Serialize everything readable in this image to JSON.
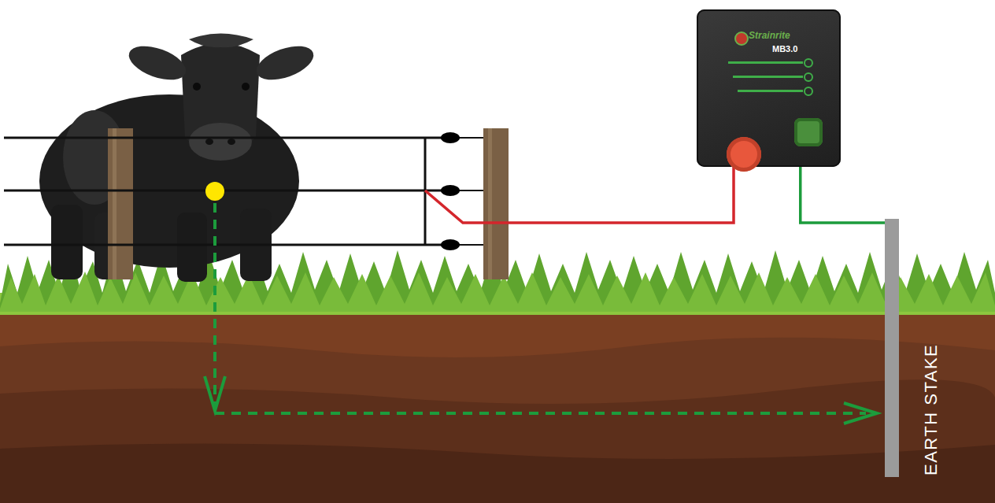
{
  "diagram": {
    "nodes": [
      {
        "text": [
          "Strainrite",
          "MB3.0"
        ]
      },
      {
        "text": [
          "EARTH STAKE"
        ]
      }
    ],
    "edges": [
      {
        "from": 0,
        "to": 1,
        "arrow": "none"
      }
    ]
  }
}
